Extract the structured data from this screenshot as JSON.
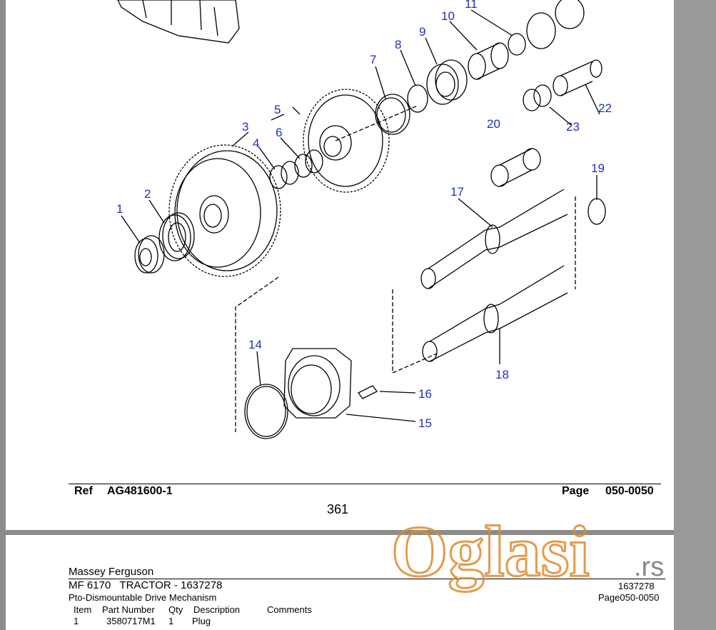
{
  "diagram": {
    "callouts": [
      "1",
      "2",
      "3",
      "4",
      "5",
      "6",
      "7",
      "8",
      "9",
      "10",
      "11",
      "14",
      "15",
      "16",
      "17",
      "18",
      "19",
      "20",
      "22",
      "23"
    ]
  },
  "footer": {
    "ref_label": "Ref",
    "ref_value": "AG481600-1",
    "page_label": "Page",
    "page_value": "050-0050",
    "page_number": "361"
  },
  "next_page": {
    "manufacturer": "Massey Ferguson",
    "model": "MF 6170   TRACTOR - 1637278",
    "model_code": "1637278",
    "section": "Pto-Dismountable Drive Mechanism",
    "section_page": "Page050-0050",
    "columns": [
      "Item",
      "Part Number",
      "Qty",
      "Description",
      "Comments"
    ],
    "rows": [
      {
        "item": "1",
        "part": "3580717M1",
        "qty": "1",
        "desc": "Plug",
        "comments": ""
      }
    ]
  },
  "watermark": {
    "brand": "Oglasi",
    "tld": ".rs",
    "brand_color": "#e08a2c"
  },
  "colors": {
    "callout": "#1f2fbf",
    "page": "#ffffff",
    "background": "#8c8c8c"
  }
}
